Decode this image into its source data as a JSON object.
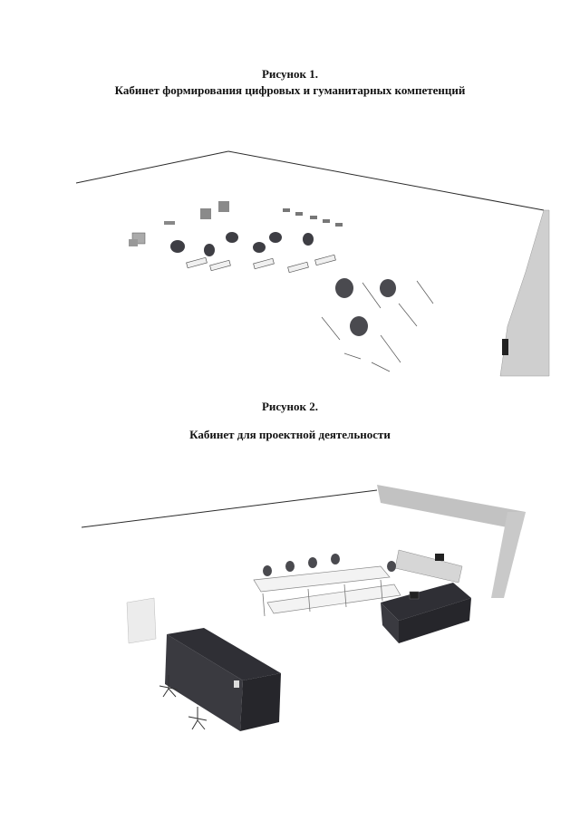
{
  "figures": [
    {
      "label": "Рисунок 1.",
      "caption": "Кабинет формирования цифровых и гуманитарных компетенций"
    },
    {
      "label": "Рисунок 2.",
      "caption": "Кабинет для проектной деятельности"
    }
  ],
  "colors": {
    "line": "#2a2a2a",
    "furniture_dark": "#2f2f35",
    "chair_dark": "#4a4a4f",
    "wall_gray": "#bdbdbd"
  }
}
